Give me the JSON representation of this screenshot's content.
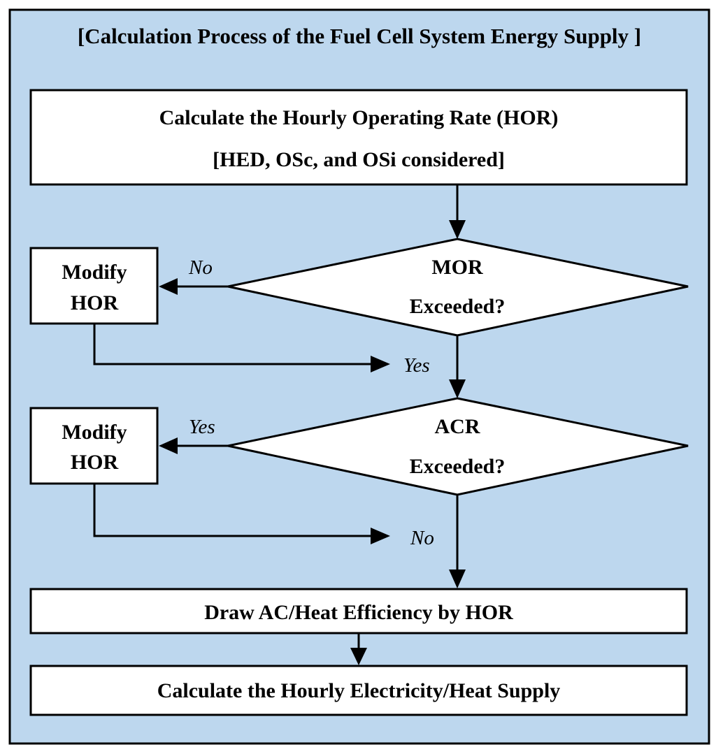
{
  "title": "[Calculation Process of the Fuel Cell System Energy Supply ]",
  "colors": {
    "panel_fill": "#bdd7ee",
    "border": "#000000",
    "box_fill": "#ffffff"
  },
  "step1": {
    "line1": "Calculate the Hourly Operating Rate (HOR)",
    "line2": "[HED, OSc, and OSi considered]"
  },
  "decision1": {
    "line1": "MOR",
    "line2": "Exceeded?",
    "branch_modify": "No",
    "branch_continue": "Yes"
  },
  "modify1": {
    "line1": "Modify",
    "line2": "HOR"
  },
  "decision2": {
    "line1": "ACR",
    "line2": "Exceeded?",
    "branch_modify": "Yes",
    "branch_continue": "No"
  },
  "modify2": {
    "line1": "Modify",
    "line2": "HOR"
  },
  "step2": {
    "label": "Draw AC/Heat Efficiency by HOR"
  },
  "step3": {
    "label": "Calculate the Hourly Electricity/Heat Supply"
  }
}
